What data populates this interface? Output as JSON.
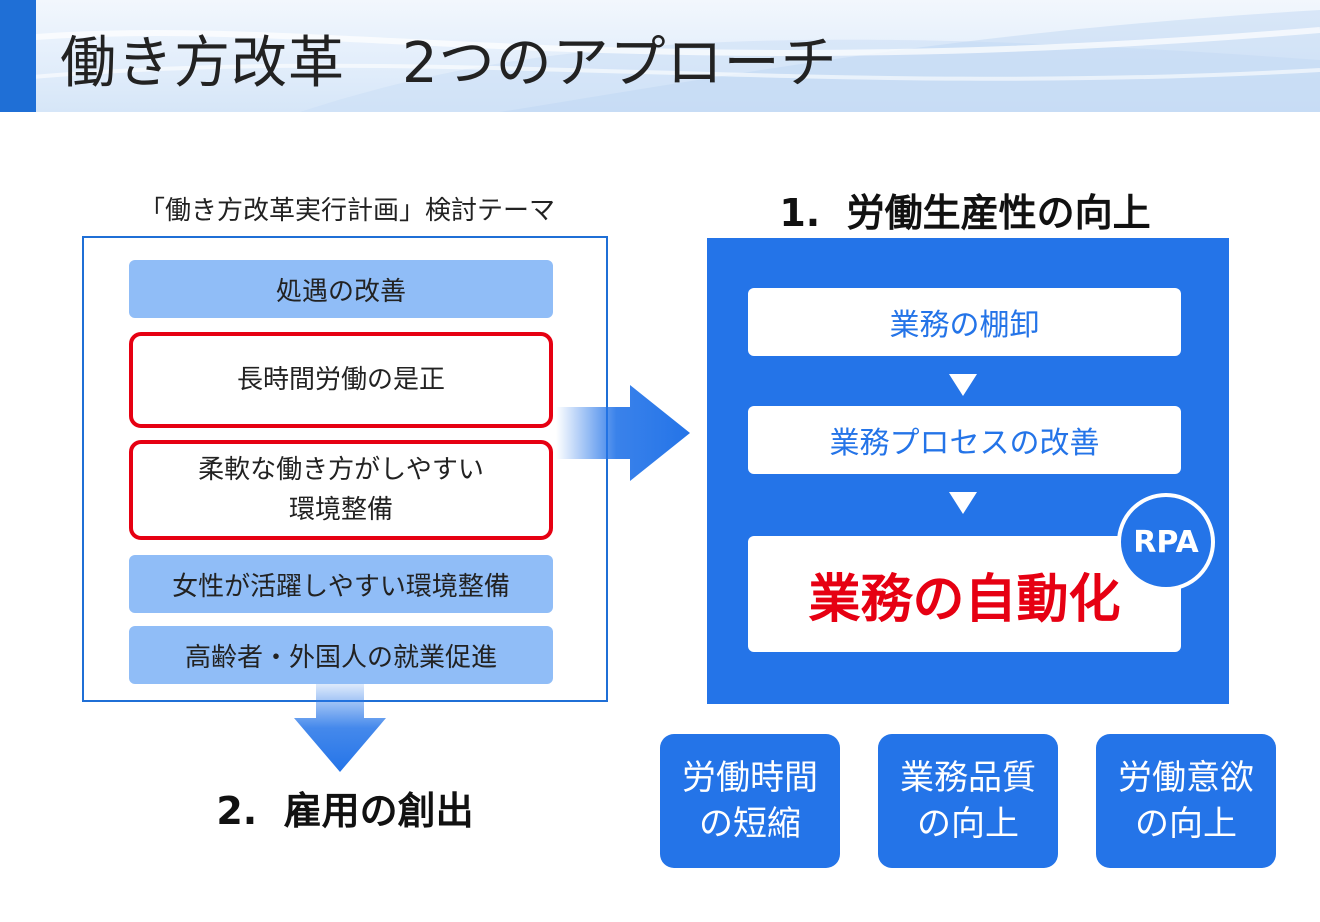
{
  "title": "働き方改革　2つのアプローチ",
  "left": {
    "caption": "「働き方改革実行計画」検討テーマ",
    "items": [
      {
        "label": "処遇の改善",
        "highlighted": false
      },
      {
        "label": "長時間労働の是正",
        "highlighted": true
      },
      {
        "label": "柔軟な働き方がしやすい\n環境整備",
        "highlighted": true
      },
      {
        "label": "女性が活躍しやすい環境整備",
        "highlighted": false
      },
      {
        "label": "高齢者・外国人の就業促進",
        "highlighted": false
      }
    ],
    "bottom_heading": "2.  雇用の創出"
  },
  "right": {
    "heading": "1.  労働生産性の向上",
    "steps": [
      "業務の棚卸",
      "業務プロセスの改善",
      "業務の自動化"
    ],
    "badge": "RPA",
    "outcomes": [
      "労働時間\nの短縮",
      "業務品質\nの向上",
      "労働意欲\nの向上"
    ]
  },
  "colors": {
    "accent_blue": "#2474e8",
    "border_blue": "#1f6fd6",
    "light_blue": "#90bdf7",
    "highlight_red": "#e60012"
  }
}
